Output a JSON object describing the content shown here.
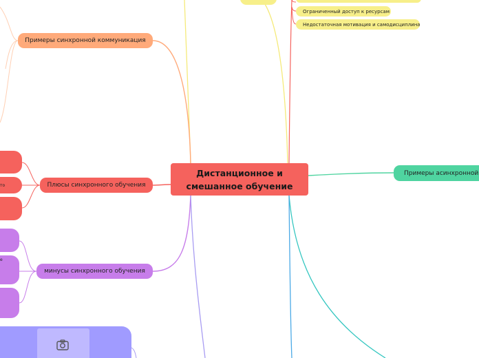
{
  "central": {
    "title": "Дистанционное и смешанное обучение",
    "color": "#f5625d"
  },
  "branches": {
    "sync_examples": {
      "label": "Примеры синхронной коммуникация",
      "color": "#ffaa7a"
    },
    "sync_pros": {
      "label": "Плюсы синхронного обучения",
      "color": "#f5625d"
    },
    "sync_cons": {
      "label": "минусы синхронного обучения",
      "color": "#c77dea"
    },
    "async_examples": {
      "label": "Примеры асинхронной к",
      "color": "#4fd4a0"
    }
  },
  "subtopics": {
    "items": [
      {
        "label": "Ограниченный доступ к ресурсам"
      },
      {
        "label": "Недостаточная мотивация и самодисциплина"
      }
    ],
    "color": "#f7ef8a"
  },
  "leaf_fragments": {
    "pros_middle": "то",
    "cons_middle": "е"
  },
  "icons": {
    "image_placeholder": "camera-icon"
  },
  "colors": {
    "yellow_line": "#f5ea7a",
    "teal_line": "#33c6c0",
    "blue_line": "#4aa9e6",
    "purple_box": "#a09bff"
  }
}
